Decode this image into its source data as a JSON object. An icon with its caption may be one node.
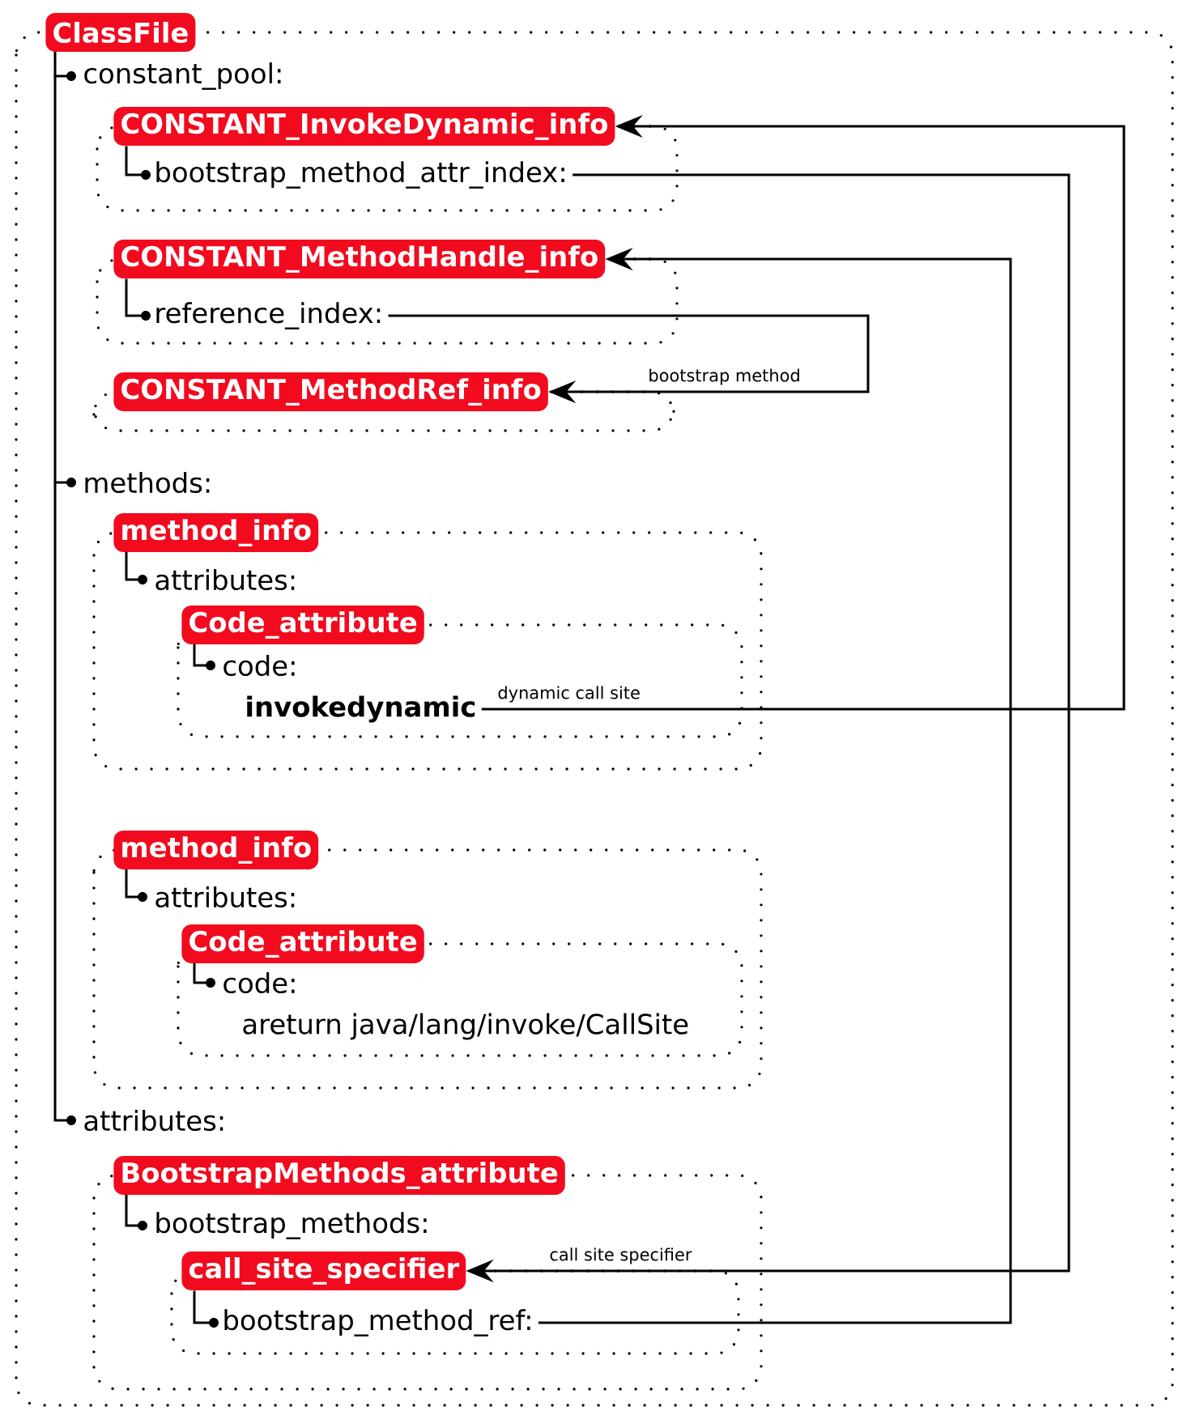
{
  "diagram": {
    "nodes": [
      {
        "text": [
          "ClassFile"
        ]
      },
      {
        "text": [
          "CONSTANT_InvokeDynamic_info"
        ],
        "in": 0
      },
      {
        "text": [
          "bootstrap_method_attr_index:"
        ],
        "in": 1
      },
      {
        "text": [
          "CONSTANT_MethodHandle_info"
        ],
        "in": 0
      },
      {
        "text": [
          "reference_index:"
        ],
        "in": 3
      },
      {
        "text": [
          "CONSTANT_MethodRef_info"
        ],
        "in": 0
      },
      {
        "text": [
          "method_info"
        ],
        "in": 0
      },
      {
        "text": [
          "Code_attribute"
        ],
        "in": 6
      },
      {
        "text": [
          "invokedynamic"
        ],
        "in": 7
      },
      {
        "text": [
          "method_info"
        ],
        "in": 0
      },
      {
        "text": [
          "Code_attribute"
        ],
        "in": 9
      },
      {
        "text": [
          "BootstrapMethods_attribute"
        ],
        "in": 0
      },
      {
        "text": [
          "call_site_specifier"
        ],
        "in": 11
      },
      {
        "text": [
          "bootstrap_method_ref:"
        ],
        "in": 12
      }
    ],
    "edges": [
      {
        "from": 1,
        "to": 2,
        "arrow": "to"
      },
      {
        "from": 2,
        "to": 12,
        "arrow": "to",
        "label": "call site specifier"
      },
      {
        "from": 3,
        "to": 4,
        "arrow": "to"
      },
      {
        "from": 4,
        "to": 5,
        "arrow": "to",
        "label": "bootstrap method"
      },
      {
        "from": 8,
        "to": 1,
        "arrow": "to",
        "label": "dynamic call site"
      },
      {
        "from": 12,
        "to": 13,
        "arrow": "to"
      },
      {
        "from": 13,
        "to": 3,
        "arrow": "to"
      }
    ],
    "labels": [
      "constant_pool:",
      "methods:",
      "attributes:",
      "code:",
      "attributes:",
      "code:",
      "areturn java/lang/invoke/CallSite",
      "attributes:",
      "bootstrap_methods:"
    ]
  }
}
